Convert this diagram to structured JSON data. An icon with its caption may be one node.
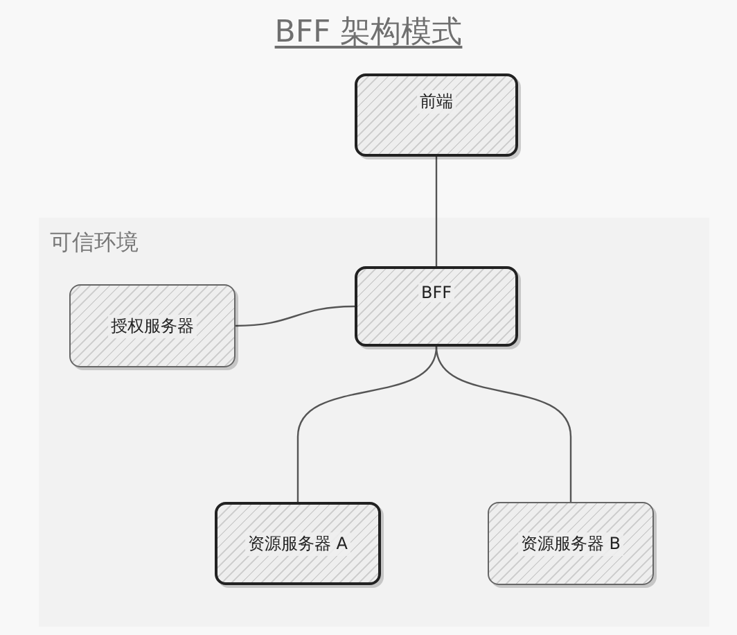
{
  "diagram": {
    "title": "BFF 架构模式",
    "nodes": [
      {
        "text": [
          "前端"
        ]
      },
      {
        "text": [
          "可信环境"
        ]
      },
      {
        "text": [
          "BFF"
        ],
        "in": 1
      },
      {
        "text": [
          "授权服务器"
        ],
        "in": 1
      },
      {
        "text": [
          "资源服务器 A"
        ],
        "in": 1
      },
      {
        "text": [
          "资源服务器 B"
        ],
        "in": 1
      }
    ],
    "edges": [
      {
        "from": 0,
        "to": 2,
        "arrow": "none"
      },
      {
        "from": 2,
        "to": 3,
        "arrow": "none"
      },
      {
        "from": 2,
        "to": 4,
        "arrow": "none"
      },
      {
        "from": 2,
        "to": 5,
        "arrow": "none"
      }
    ]
  }
}
